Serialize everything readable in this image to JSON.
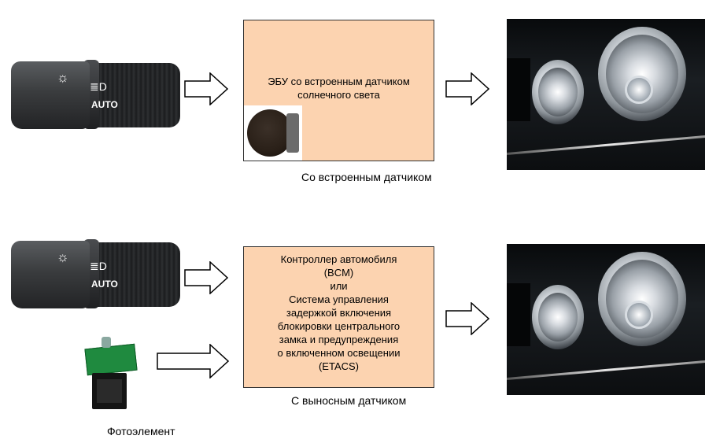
{
  "top": {
    "ecu_text": "ЭБУ со встроенным датчиком\nсолнечного света",
    "caption": "Со встроенным датчиком"
  },
  "bottom": {
    "ecu_text": "Контроллер автомобиля\n(BCM)\nили\nСистема управления\nзадержкой включения\nблокировки центрального\nзамка и предупреждения\nо включенном освещении\n(ETACS)",
    "caption": "С выносным датчиком",
    "sensor_label": "Фотоэлемент"
  },
  "stalk_labels": {
    "auto": "AUTO",
    "light_symbol": "☼",
    "headlamp_symbol": "≣D"
  },
  "icons": [
    "light-switch-stalk",
    "arrow-right-icon",
    "sun-sensor",
    "headlamp-photo",
    "photocell-sensor"
  ],
  "colors": {
    "box_fill": "#fcd3b0",
    "box_border": "#333333",
    "arrow_outline": "#000000"
  }
}
